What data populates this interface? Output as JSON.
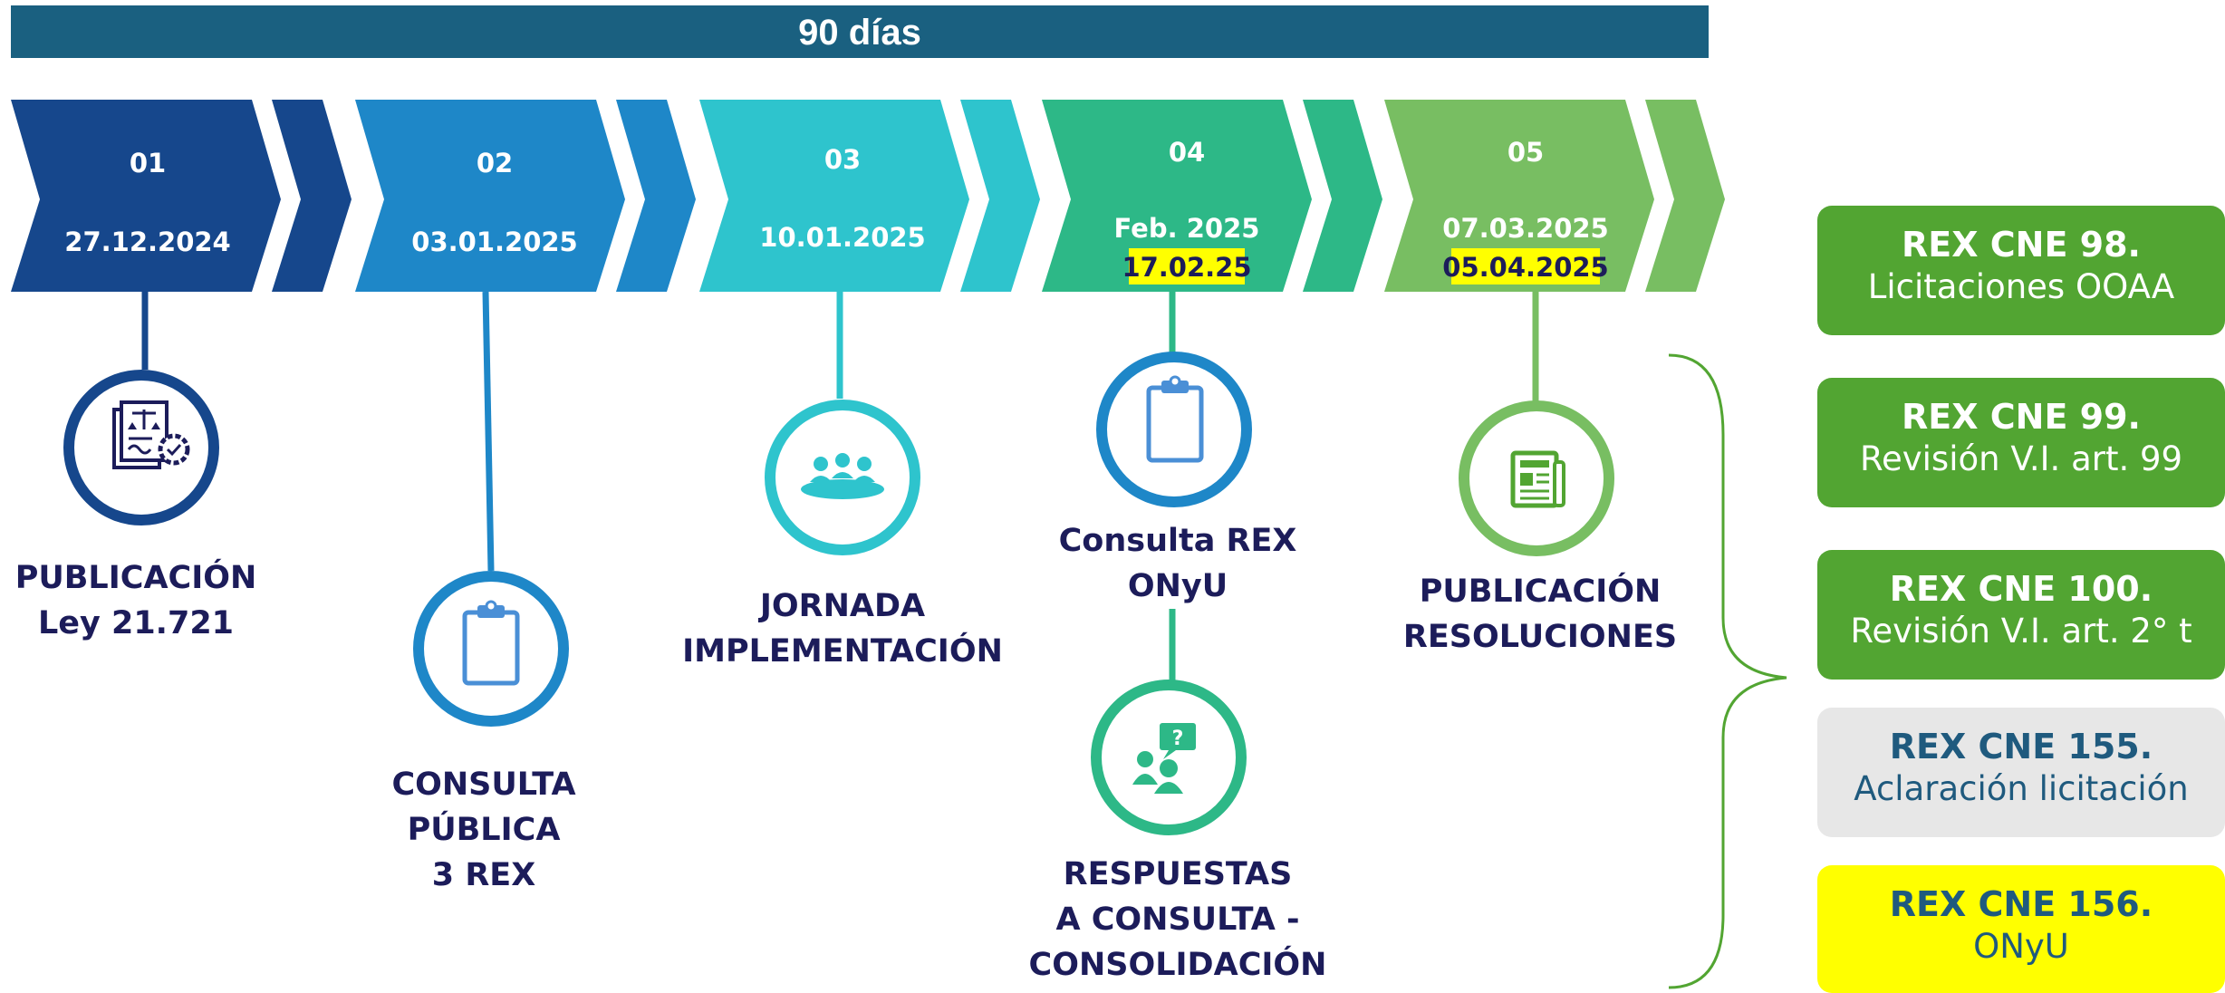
{
  "header": {
    "title": "90 días"
  },
  "colors": {
    "header_bar": "#1a6080",
    "step1": "#16478c",
    "step2": "#1e87c8",
    "step3": "#2ec4cd",
    "step4": "#2db887",
    "step5": "#78be62",
    "highlight": "#ffff00",
    "label_text": "#1c1c5a",
    "rex_green": "#52a532",
    "rex_grey": "#e7e7e7",
    "rex_yellow": "#ffff00"
  },
  "steps": [
    {
      "number": "01",
      "date": "27.12.2024",
      "date_extra": ""
    },
    {
      "number": "02",
      "date": "03.01.2025",
      "date_extra": ""
    },
    {
      "number": "03",
      "date": "10.01.2025",
      "date_extra": ""
    },
    {
      "number": "04",
      "date": "Feb. 2025",
      "date_extra": "17.02.25"
    },
    {
      "number": "05",
      "date": "07.03.2025",
      "date_extra": "05.04.2025"
    }
  ],
  "milestones": [
    {
      "label_1": "PUBLICACIÓN",
      "label_2": "Ley 21.721",
      "icon": "legal-document-gear-icon"
    },
    {
      "label_1": "CONSULTA",
      "label_2": "PÚBLICA",
      "label_3": "3 REX",
      "icon": "clipboard-icon"
    },
    {
      "label_1": "JORNADA",
      "label_2": "IMPLEMENTACIÓN",
      "icon": "meeting-people-icon"
    },
    {
      "label_1": "Consulta REX",
      "label_2": "ONyU",
      "icon": "clipboard-icon"
    },
    {
      "label_1": "RESPUESTAS",
      "label_2": "A CONSULTA -",
      "label_3": "CONSOLIDACIÓN",
      "icon": "people-question-icon"
    },
    {
      "label_1": "PUBLICACIÓN",
      "label_2": "RESOLUCIONES",
      "icon": "newspaper-icon"
    }
  ],
  "rex_boxes": [
    {
      "title": "REX CNE 98.",
      "subtitle": "Licitaciones OOAA"
    },
    {
      "title": "REX CNE 99.",
      "subtitle": "Revisión V.I. art. 99"
    },
    {
      "title": "REX CNE 100.",
      "subtitle": "Revisión V.I. art. 2° t"
    },
    {
      "title": "REX CNE 155.",
      "subtitle": "Aclaración licitación"
    },
    {
      "title": "REX CNE 156.",
      "subtitle": "ONyU"
    }
  ]
}
